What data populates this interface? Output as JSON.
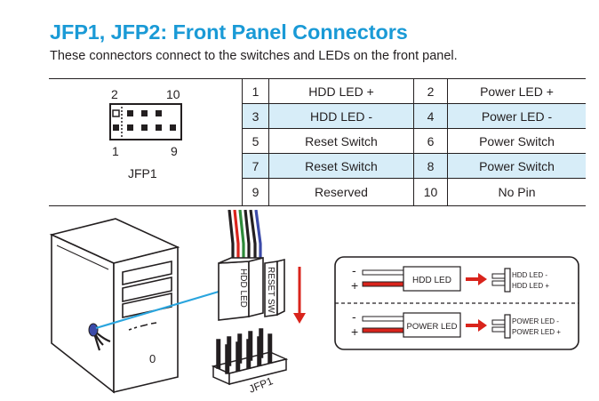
{
  "header": {
    "title": "JFP1, JFP2: Front Panel Connectors",
    "subtitle": "These connectors connect to the switches and LEDs on the front panel."
  },
  "diagram": {
    "connector_name": "JFP1",
    "pin_labels": {
      "top_left": "2",
      "top_right": "10",
      "bottom_left": "1",
      "bottom_right": "9"
    }
  },
  "pins": [
    {
      "pin_a": "1",
      "signal_a": "HDD LED +",
      "pin_b": "2",
      "signal_b": "Power LED +"
    },
    {
      "pin_a": "3",
      "signal_a": "HDD LED -",
      "pin_b": "4",
      "signal_b": "Power LED -"
    },
    {
      "pin_a": "5",
      "signal_a": "Reset Switch",
      "pin_b": "6",
      "signal_b": "Power Switch"
    },
    {
      "pin_a": "7",
      "signal_a": "Reset Switch",
      "pin_b": "8",
      "signal_b": "Power Switch"
    },
    {
      "pin_a": "9",
      "signal_a": "Reserved",
      "pin_b": "10",
      "signal_b": "No Pin"
    }
  ],
  "illustration": {
    "cable_labels": [
      "HDD LED",
      "RESET SW"
    ],
    "header_label": "JFP1",
    "case_button_label": "0"
  },
  "legend": {
    "hdd": {
      "minus": "-",
      "plus": "+",
      "plug": "HDD LED",
      "pin_minus": "HDD LED -",
      "pin_plus": "HDD LED +"
    },
    "power": {
      "minus": "-",
      "plus": "+",
      "plug": "POWER LED",
      "pin_minus": "POWER LED -",
      "pin_plus": "POWER LED +"
    }
  },
  "colors": {
    "title": "#1a9ad6",
    "row_shade": "#d7edf8",
    "wire_red": "#d9241c",
    "wire_blue": "#3b4aa8",
    "wire_green": "#2e8b3a",
    "wire_white": "#ffffff",
    "connector_line": "#2aa5de"
  }
}
